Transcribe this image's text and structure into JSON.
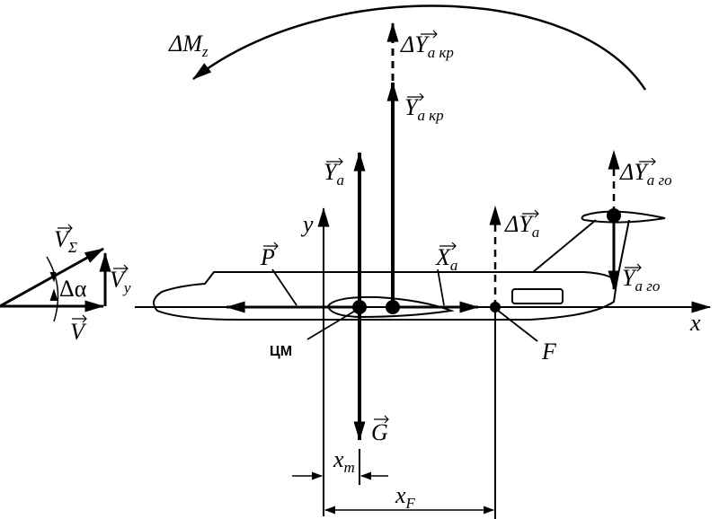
{
  "labels": {
    "delta_moment": {
      "main": "ΔM",
      "sub": "z"
    },
    "delta_lift_wing": {
      "main": "ΔY",
      "sub": "a кр"
    },
    "lift_wing": {
      "main": "Y",
      "sub": "a кр"
    },
    "lift": {
      "main": "Y",
      "sub": "a"
    },
    "delta_lift_tail": {
      "main": "ΔY",
      "sub": "a го"
    },
    "lift_tail": {
      "main": "Y",
      "sub": "a го"
    },
    "delta_lift": {
      "main": "ΔY",
      "sub": "a"
    },
    "y_axis": "y",
    "x_axis": "x",
    "thrust": "P",
    "drag": {
      "main": "X",
      "sub": "a"
    },
    "center_of_mass": "ЦМ",
    "focus": "F",
    "gravity": "G",
    "x_t": {
      "main": "x",
      "sub": "т"
    },
    "x_f": {
      "main": "x",
      "sub": "F"
    },
    "v_sigma": {
      "main": "V",
      "sub": "Σ"
    },
    "v_y": {
      "main": "V",
      "sub": "y"
    },
    "v": "V",
    "delta_alpha": "Δα"
  }
}
